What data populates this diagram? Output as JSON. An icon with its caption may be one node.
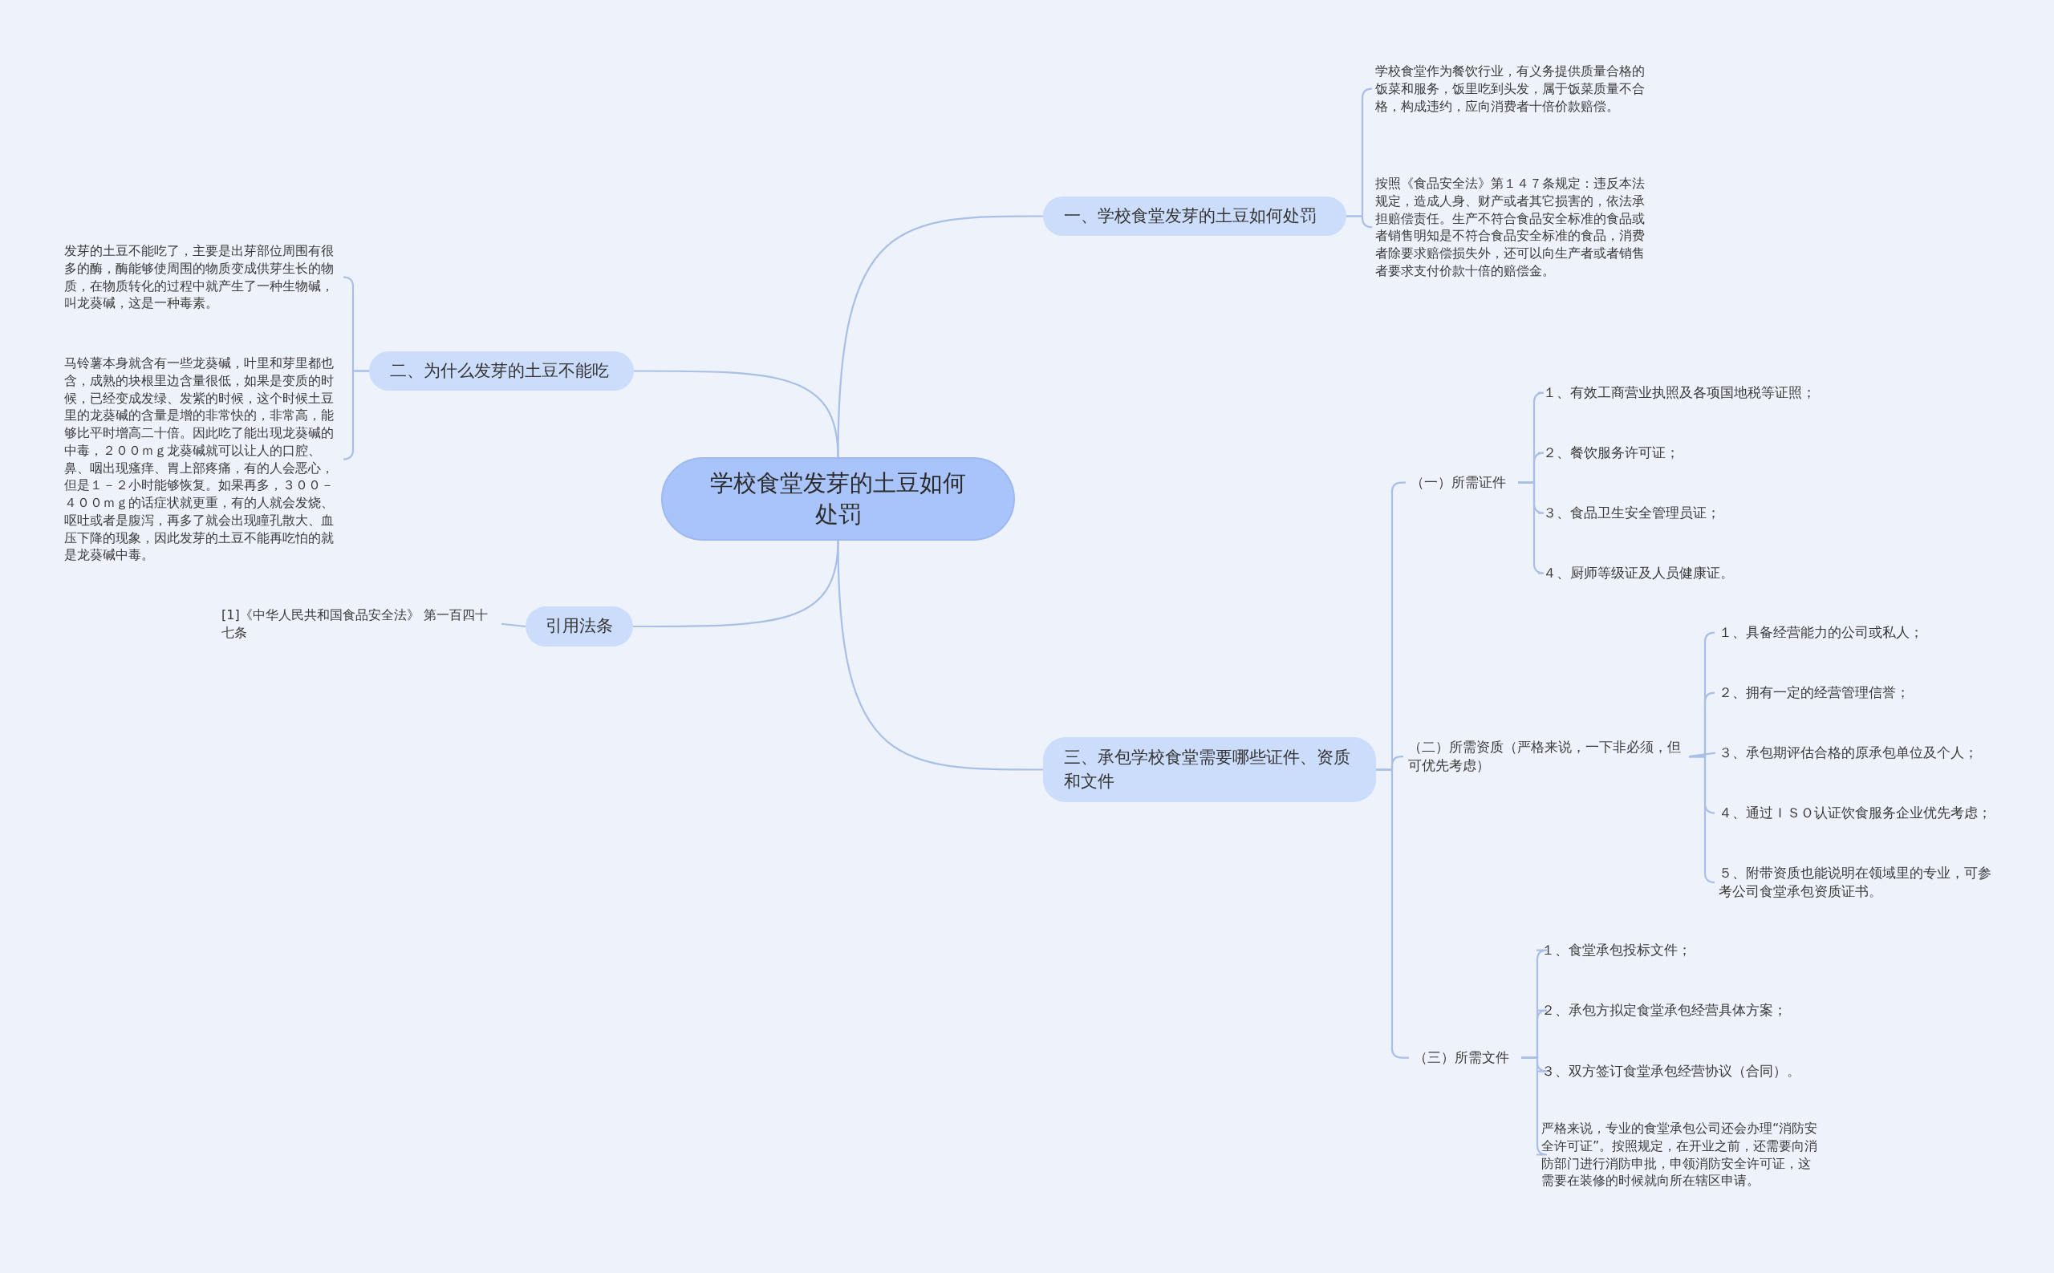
{
  "diagram": {
    "nodes": [
      {
        "text": [
          "学校食堂发芽的土豆如何处罚"
        ]
      },
      {
        "text": [
          "一、学校食堂发芽的土豆如何处罚"
        ]
      },
      {
        "text": [
          "学校食堂作为餐饮行业，有义务提供质量合格的饭菜和服务，饭里吃到头发，属于饭菜质量不合格，构成违约，应向消费者十倍价款赔偿。"
        ]
      },
      {
        "text": [
          "按照《食品安全法》第１４７条规定：违反本法规定，造成人身、财产或者其它损害的，依法承担赔偿责任。生产不符合食品安全标准的食品或者销售明知是不符合食品安全标准的食品，消费者除要求赔偿损失外，还可以向生产者或者销售者要求支付价款十倍的赔偿金。"
        ]
      },
      {
        "text": [
          "二、为什么发芽的土豆不能吃"
        ]
      },
      {
        "text": [
          "发芽的土豆不能吃了，主要是出芽部位周围有很多的酶，酶能够使周围的物质变成供芽生长的物质，在物质转化的过程中就产生了一种生物碱，叫龙葵碱，这是一种毒素。"
        ]
      },
      {
        "text": [
          "马铃薯本身就含有一些龙葵碱，叶里和芽里都也含，成熟的块根里边含量很低，如果是变质的时候，已经变成发绿、发紫的时候，这个时候土豆里的龙葵碱的含量是增的非常快的，非常高，能够比平时增高二十倍。因此吃了能出现龙葵碱的中毒，２００ｍｇ龙葵碱就可以让人的口腔、鼻、咽出现瘙痒、胃上部疼痛，有的人会恶心，但是１－２小时能够恢复。如果再多，３００－４００ｍｇ的话症状就更重，有的人就会发烧、呕吐或者是腹泻，再多了就会出现瞳孔散大、血压下降的现象，因此发芽的土豆不能再吃怕的就是龙葵碱中毒。"
        ]
      },
      {
        "text": [
          "引用法条"
        ]
      },
      {
        "text": [
          "[1]《中华人民共和国食品安全法》 第一百四十七条"
        ]
      },
      {
        "text": [
          "三、承包学校食堂需要哪些证件、资质和文件"
        ]
      },
      {
        "text": [
          "（一）所需证件"
        ]
      },
      {
        "text": [
          "１、有效工商营业执照及各项国地税等证照；"
        ]
      },
      {
        "text": [
          "２、餐饮服务许可证；"
        ]
      },
      {
        "text": [
          "３、食品卫生安全管理员证；"
        ]
      },
      {
        "text": [
          "４、厨师等级证及人员健康证。"
        ]
      },
      {
        "text": [
          "（二）所需资质（严格来说，一下非必须，但可优先考虑）"
        ]
      },
      {
        "text": [
          "１、具备经营能力的公司或私人；"
        ]
      },
      {
        "text": [
          "２、拥有一定的经营管理信誉；"
        ]
      },
      {
        "text": [
          "３、承包期评估合格的原承包单位及个人；"
        ]
      },
      {
        "text": [
          "４、通过ＩＳＯ认证饮食服务企业优先考虑；"
        ]
      },
      {
        "text": [
          "５、附带资质也能说明在领域里的专业，可参考公司食堂承包资质证书。"
        ]
      },
      {
        "text": [
          "（三）所需文件"
        ]
      },
      {
        "text": [
          "１、食堂承包投标文件；"
        ]
      },
      {
        "text": [
          "２、承包方拟定食堂承包经营具体方案；"
        ]
      },
      {
        "text": [
          "３、双方签订食堂承包经营协议（合同）。"
        ]
      },
      {
        "text": [
          "严格来说，专业的食堂承包公司还会办理“消防安全许可证”。按照规定，在开业之前，还需要向消防部门进行消防申批，申领消防安全许可证，这需要在装修的时候就向所在辖区申请。"
        ]
      }
    ],
    "edges": [
      {
        "from": 0,
        "to": 1,
        "arrow": "none"
      },
      {
        "from": 1,
        "to": 2,
        "arrow": "none"
      },
      {
        "from": 1,
        "to": 3,
        "arrow": "none"
      },
      {
        "from": 0,
        "to": 4,
        "arrow": "none"
      },
      {
        "from": 4,
        "to": 5,
        "arrow": "none"
      },
      {
        "from": 4,
        "to": 6,
        "arrow": "none"
      },
      {
        "from": 0,
        "to": 7,
        "arrow": "none"
      },
      {
        "from": 7,
        "to": 8,
        "arrow": "none"
      },
      {
        "from": 0,
        "to": 9,
        "arrow": "none"
      },
      {
        "from": 9,
        "to": 10,
        "arrow": "none"
      },
      {
        "from": 10,
        "to": 11,
        "arrow": "none"
      },
      {
        "from": 10,
        "to": 12,
        "arrow": "none"
      },
      {
        "from": 10,
        "to": 13,
        "arrow": "none"
      },
      {
        "from": 10,
        "to": 14,
        "arrow": "none"
      },
      {
        "from": 9,
        "to": 15,
        "arrow": "none"
      },
      {
        "from": 15,
        "to": 16,
        "arrow": "none"
      },
      {
        "from": 15,
        "to": 17,
        "arrow": "none"
      },
      {
        "from": 15,
        "to": 18,
        "arrow": "none"
      },
      {
        "from": 15,
        "to": 19,
        "arrow": "none"
      },
      {
        "from": 15,
        "to": 20,
        "arrow": "none"
      },
      {
        "from": 9,
        "to": 21,
        "arrow": "none"
      },
      {
        "from": 21,
        "to": 22,
        "arrow": "none"
      },
      {
        "from": 21,
        "to": 23,
        "arrow": "none"
      },
      {
        "from": 21,
        "to": 24,
        "arrow": "none"
      },
      {
        "from": 21,
        "to": 25,
        "arrow": "none"
      }
    ]
  }
}
